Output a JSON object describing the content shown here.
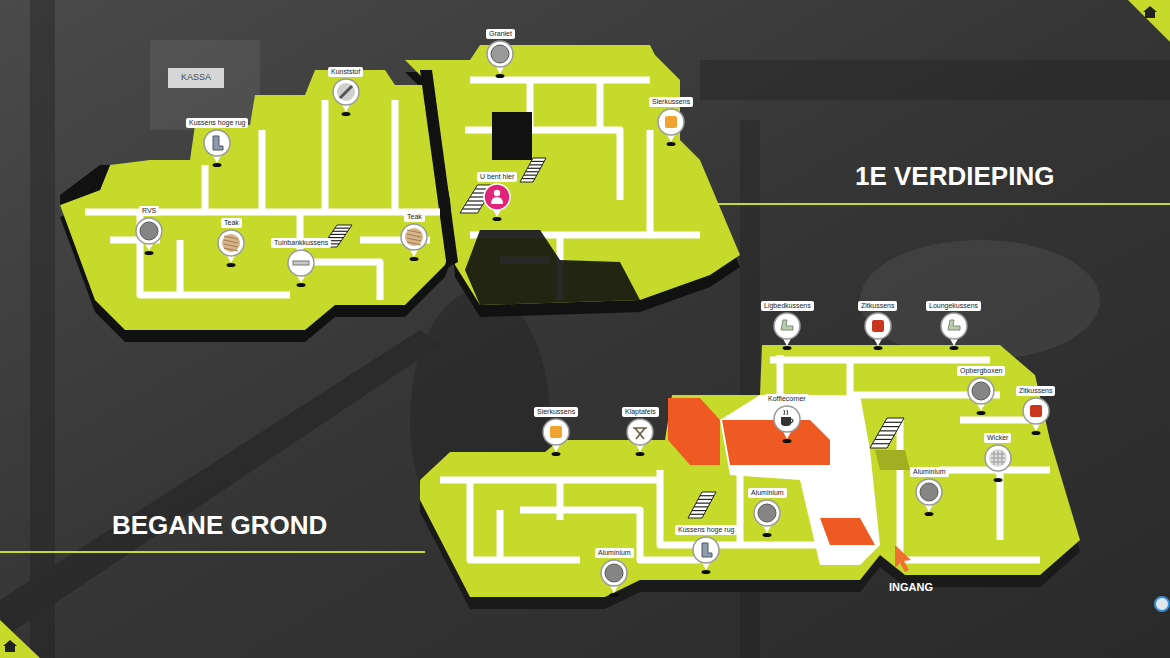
{
  "diagram": {
    "nodes": [
      {
        "text": [
          "Graniet"
        ]
      },
      {
        "text": [
          "Kunststof"
        ]
      },
      {
        "text": [
          "Sierkussens"
        ]
      },
      {
        "text": [
          "Kussens hoge rug"
        ]
      },
      {
        "text": [
          "U bent hier"
        ]
      },
      {
        "text": [
          "RVS"
        ]
      },
      {
        "text": [
          "Teak"
        ]
      },
      {
        "text": [
          "Tuinbankkussens"
        ]
      },
      {
        "text": [
          "Teak"
        ]
      },
      {
        "text": [
          "Ligbedkussens"
        ]
      },
      {
        "text": [
          "Zitkussens"
        ]
      },
      {
        "text": [
          "Loungekussens"
        ]
      },
      {
        "text": [
          "Opbergboxen"
        ]
      },
      {
        "text": [
          "Zitkussens"
        ]
      },
      {
        "text": [
          "Sierkussens"
        ]
      },
      {
        "text": [
          "Klaptafels"
        ]
      },
      {
        "text": [
          "Koffiecorner"
        ]
      },
      {
        "text": [
          "Wicker"
        ]
      },
      {
        "text": [
          "Aluminium"
        ]
      },
      {
        "text": [
          "Aluminium"
        ]
      },
      {
        "text": [
          "Kussens hoge rug"
        ]
      },
      {
        "text": [
          "Aluminium"
        ]
      }
    ],
    "labels": [
      "1E VERDIEPING",
      "BEGANE GROND",
      "INGANG",
      "KASSA"
    ]
  }
}
